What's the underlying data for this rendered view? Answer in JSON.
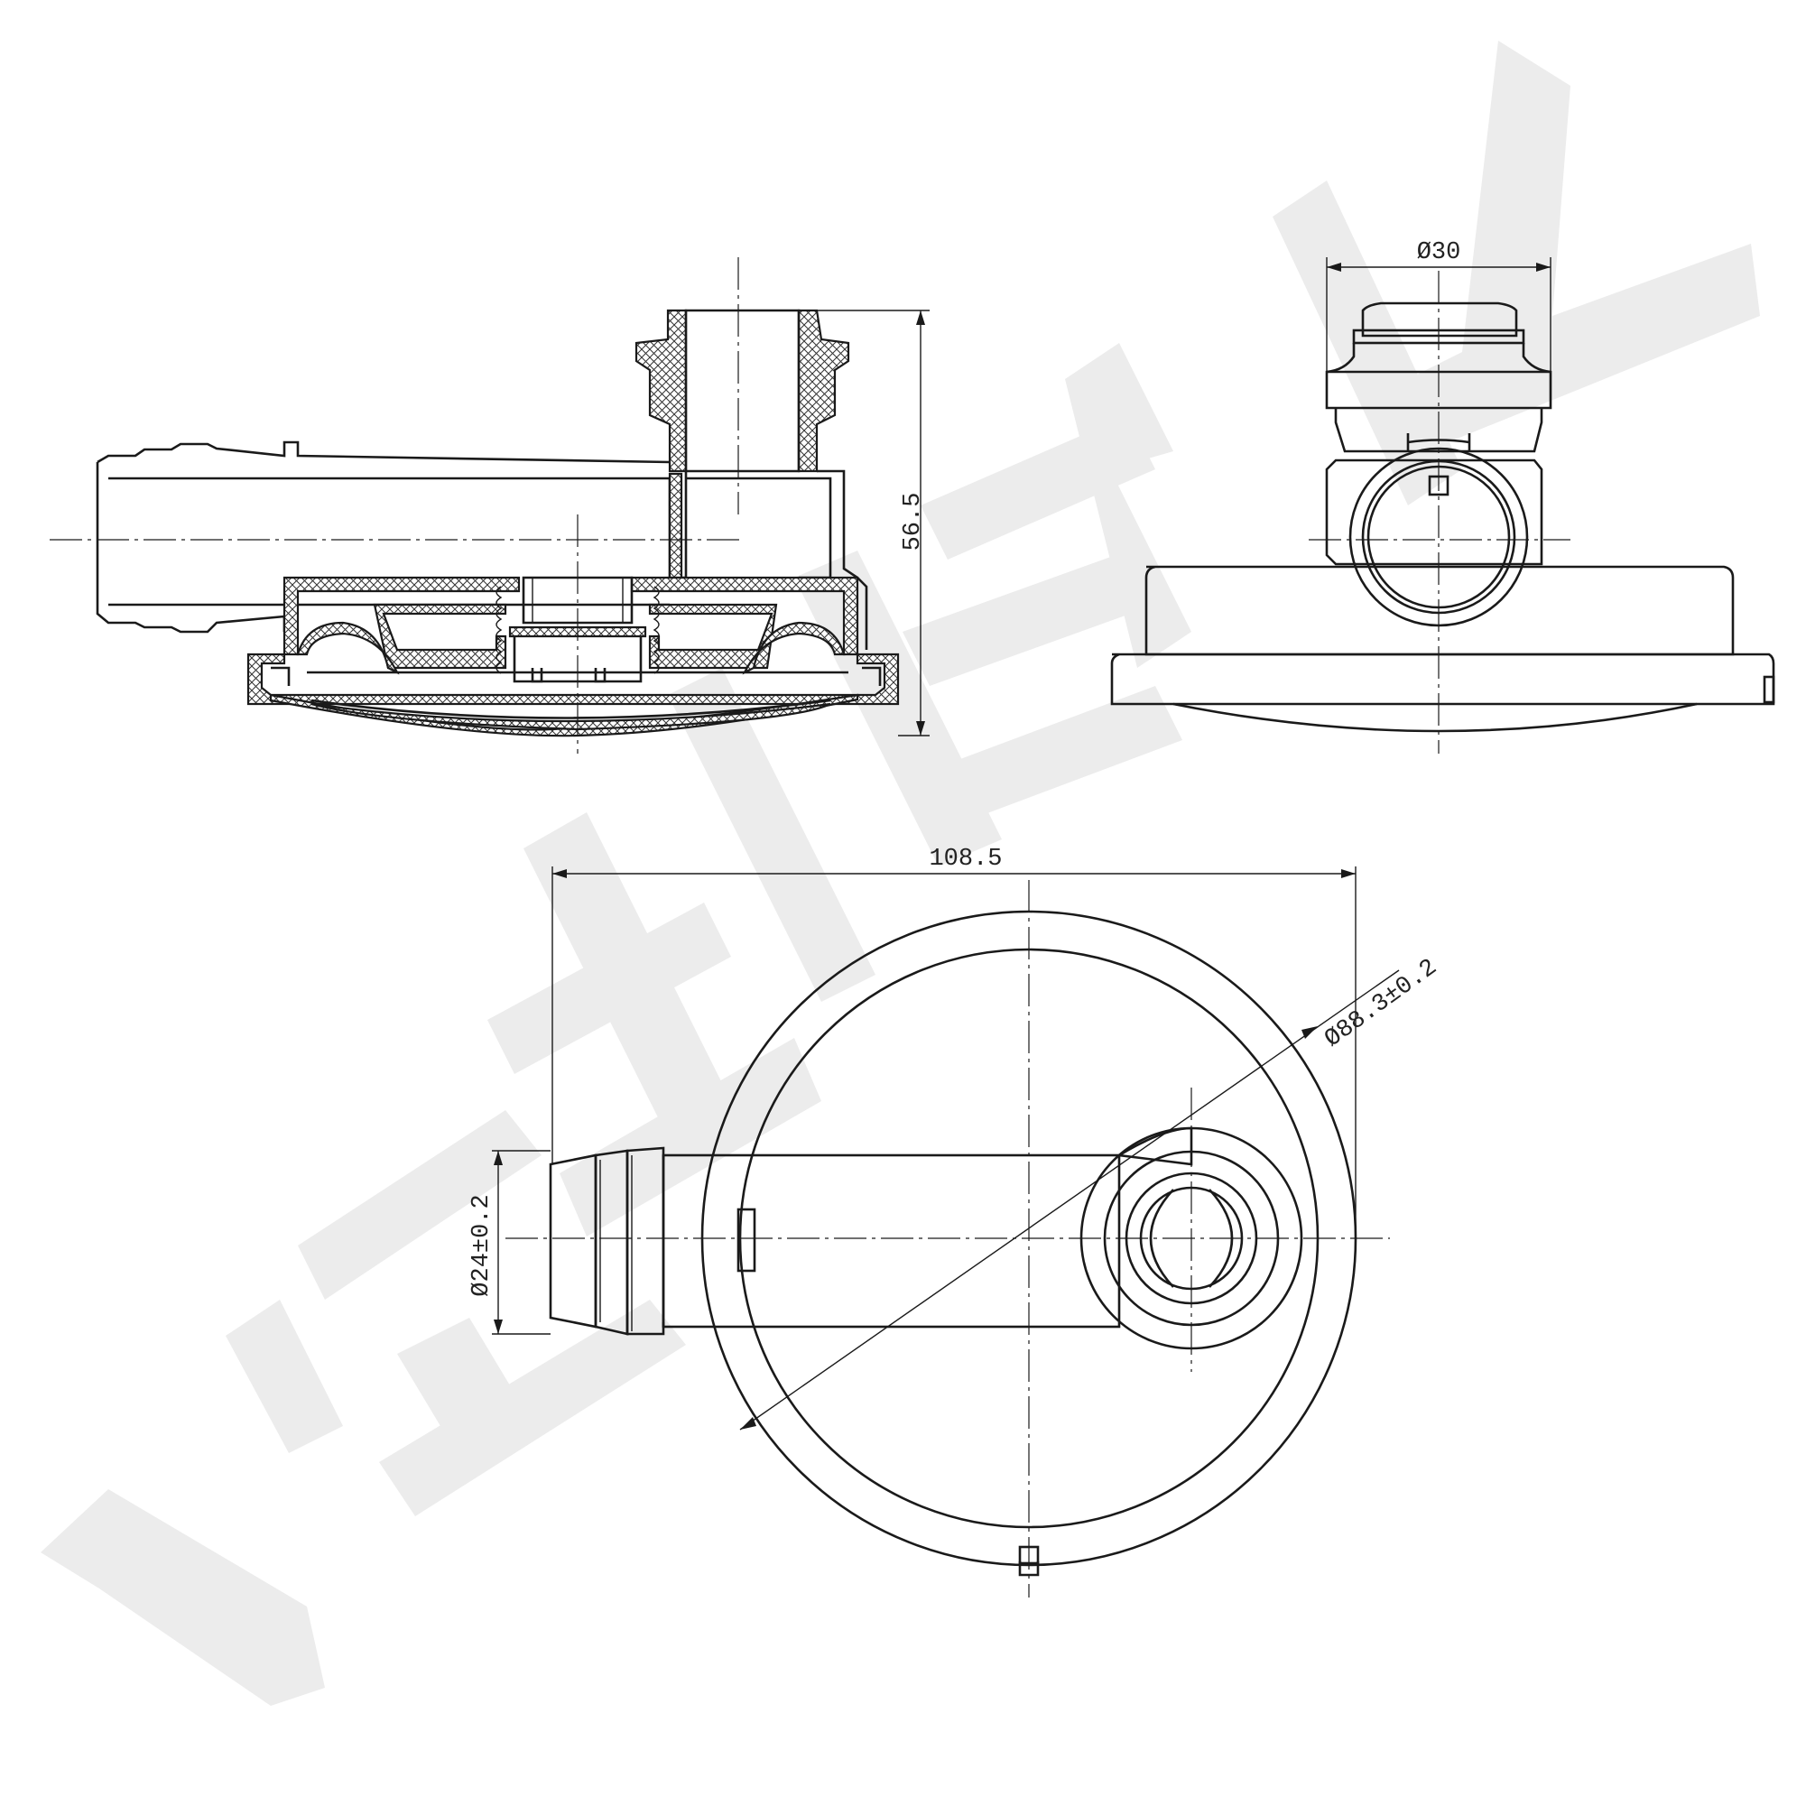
{
  "brand": {
    "watermark_color": "#ececec",
    "line_color": "#1a1a1a"
  },
  "dimensions": {
    "height": "56.5",
    "top_diameter": "Ø30",
    "overall_width": "108.5",
    "outer_diameter": "Ø88.3±0.2",
    "inlet_diameter": "Ø24±0.2"
  },
  "views": [
    "section-view",
    "side-view",
    "top-view"
  ]
}
